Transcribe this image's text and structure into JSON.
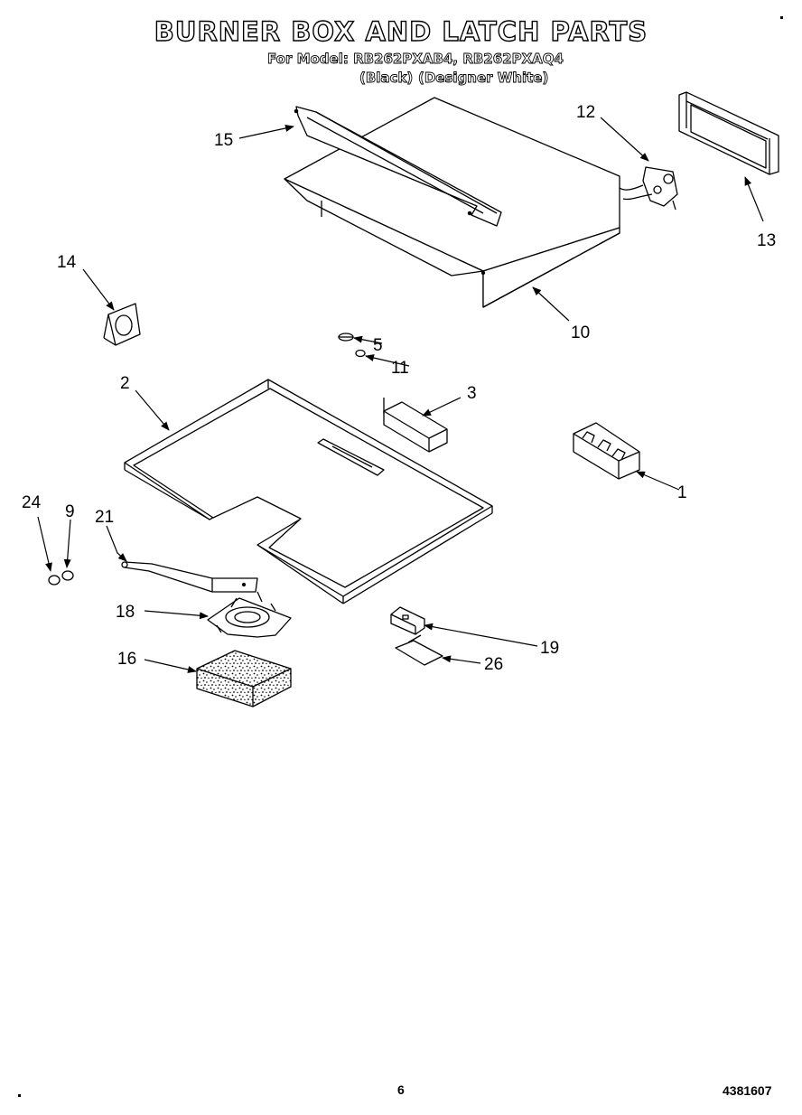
{
  "header": {
    "title": "BURNER BOX AND LATCH PARTS",
    "model_line": "For Model: RB262PXAB4, RB262PXAQ4",
    "variant_black": "(Black)",
    "variant_white": "(Designer White)"
  },
  "callouts": {
    "c1": "1",
    "c2": "2",
    "c3": "3",
    "c5": "5",
    "c9": "9",
    "c10": "10",
    "c11": "11",
    "c12": "12",
    "c13": "13",
    "c14": "14",
    "c15": "15",
    "c16": "16",
    "c18": "18",
    "c19": "19",
    "c21": "21",
    "c24": "24",
    "c26": "26"
  },
  "footer": {
    "page_number": "6",
    "doc_number": "4381607"
  }
}
